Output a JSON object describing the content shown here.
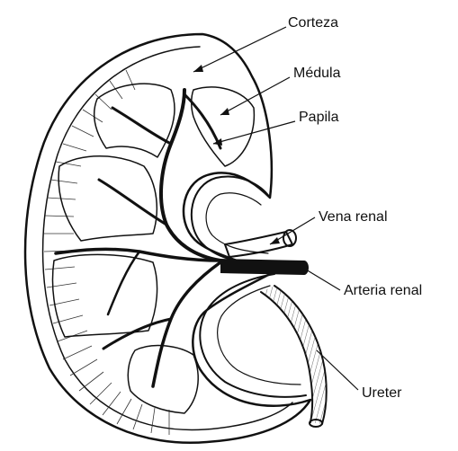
{
  "labels": {
    "corteza": "Corteza",
    "medula": "Médula",
    "papila": "Papila",
    "vena_renal": "Vena renal",
    "arteria_renal": "Arteria renal",
    "ureter": "Ureter"
  },
  "colors": {
    "ink": "#111111",
    "background": "#ffffff",
    "stipple": "#bfbfbf"
  }
}
